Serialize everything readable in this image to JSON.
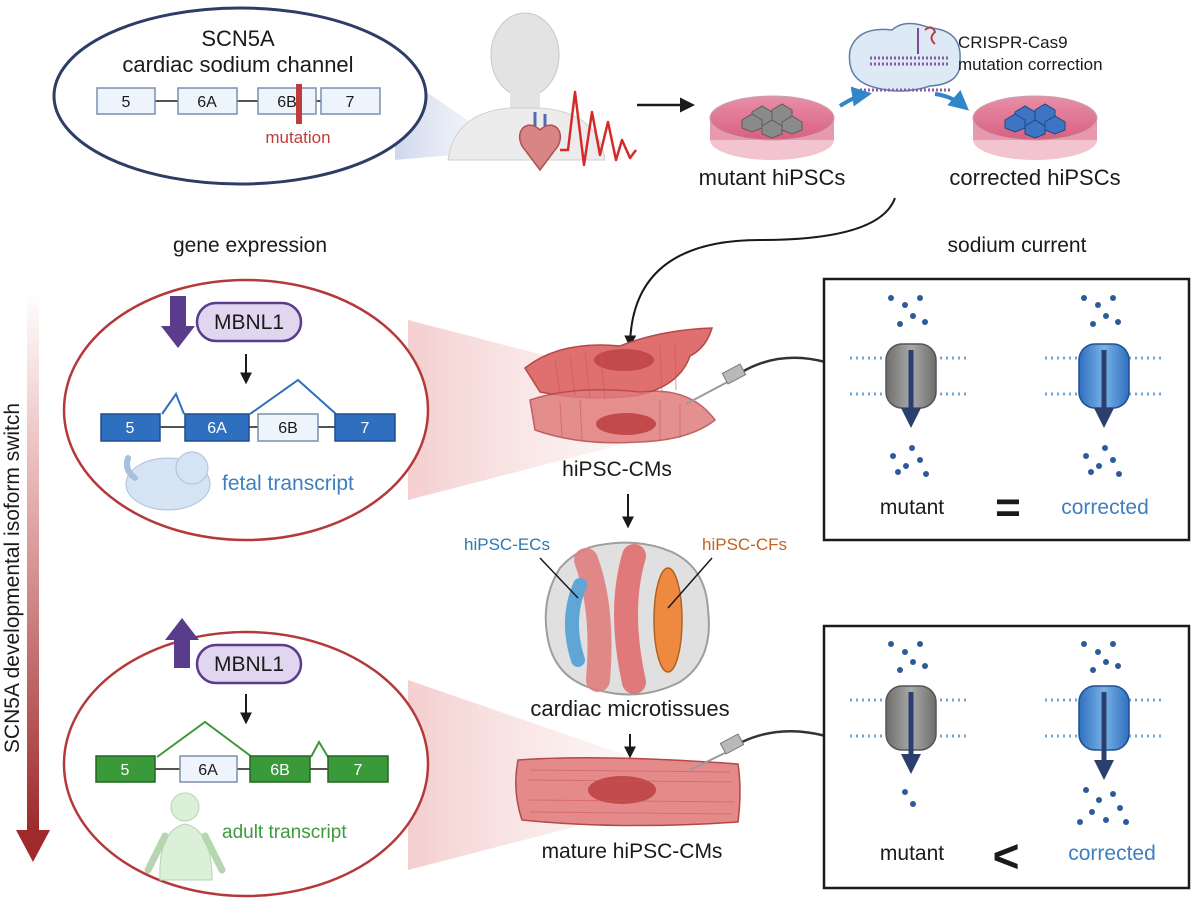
{
  "top": {
    "gene_title": "SCN5A",
    "gene_subtitle": "cardiac sodium channel",
    "exons": [
      "5",
      "6A",
      "6B",
      "7"
    ],
    "mutation_label": "mutation",
    "crispr_line1": "CRISPR-Cas9",
    "crispr_line2": "mutation correction",
    "mutant_hipscs": "mutant hiPSCs",
    "corrected_hipscs": "corrected hiPSCs"
  },
  "headers": {
    "gene_expression": "gene expression",
    "sodium_current": "sodium current"
  },
  "side_axis": {
    "label": "SCN5A developmental isoform switch"
  },
  "fetal": {
    "regulator": "MBNL1",
    "exons": [
      "5",
      "6A",
      "6B",
      "7"
    ],
    "transcript_label": "fetal transcript"
  },
  "adult": {
    "regulator": "MBNL1",
    "exons": [
      "5",
      "6A",
      "6B",
      "7"
    ],
    "transcript_label": "adult transcript"
  },
  "center": {
    "hipsc_cms": "hiPSC-CMs",
    "hipsc_ecs": "hiPSC-ECs",
    "hipsc_cfs": "hiPSC-CFs",
    "microtissues": "cardiac microtissues",
    "mature_cms": "mature hiPSC-CMs"
  },
  "current_top": {
    "left_label": "mutant",
    "operator": "=",
    "right_label": "corrected"
  },
  "current_bottom": {
    "left_label": "mutant",
    "operator": "<",
    "right_label": "corrected"
  },
  "colors": {
    "fetal_blue": "#2f6fbf",
    "adult_green": "#3a9a3a",
    "mbnl_purple": "#5a3c8c",
    "mutation_red": "#c23b3b",
    "axis_red": "#9e2a2b"
  }
}
